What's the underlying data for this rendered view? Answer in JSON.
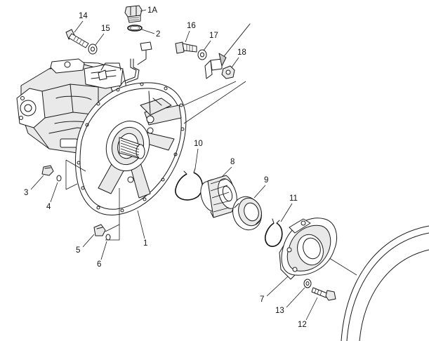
{
  "diagram": {
    "callouts": [
      {
        "id": "c1A",
        "label": "1A"
      },
      {
        "id": "c2",
        "label": "2"
      },
      {
        "id": "c14",
        "label": "14"
      },
      {
        "id": "c15",
        "label": "15"
      },
      {
        "id": "c16",
        "label": "16"
      },
      {
        "id": "c17",
        "label": "17"
      },
      {
        "id": "c18",
        "label": "18"
      },
      {
        "id": "c10",
        "label": "10"
      },
      {
        "id": "c8",
        "label": "8"
      },
      {
        "id": "c9",
        "label": "9"
      },
      {
        "id": "c11",
        "label": "11"
      },
      {
        "id": "c3",
        "label": "3"
      },
      {
        "id": "c4",
        "label": "4"
      },
      {
        "id": "c1",
        "label": "1"
      },
      {
        "id": "c5",
        "label": "5"
      },
      {
        "id": "c6",
        "label": "6"
      },
      {
        "id": "c7",
        "label": "7"
      },
      {
        "id": "c13",
        "label": "13"
      },
      {
        "id": "c12",
        "label": "12"
      }
    ]
  }
}
